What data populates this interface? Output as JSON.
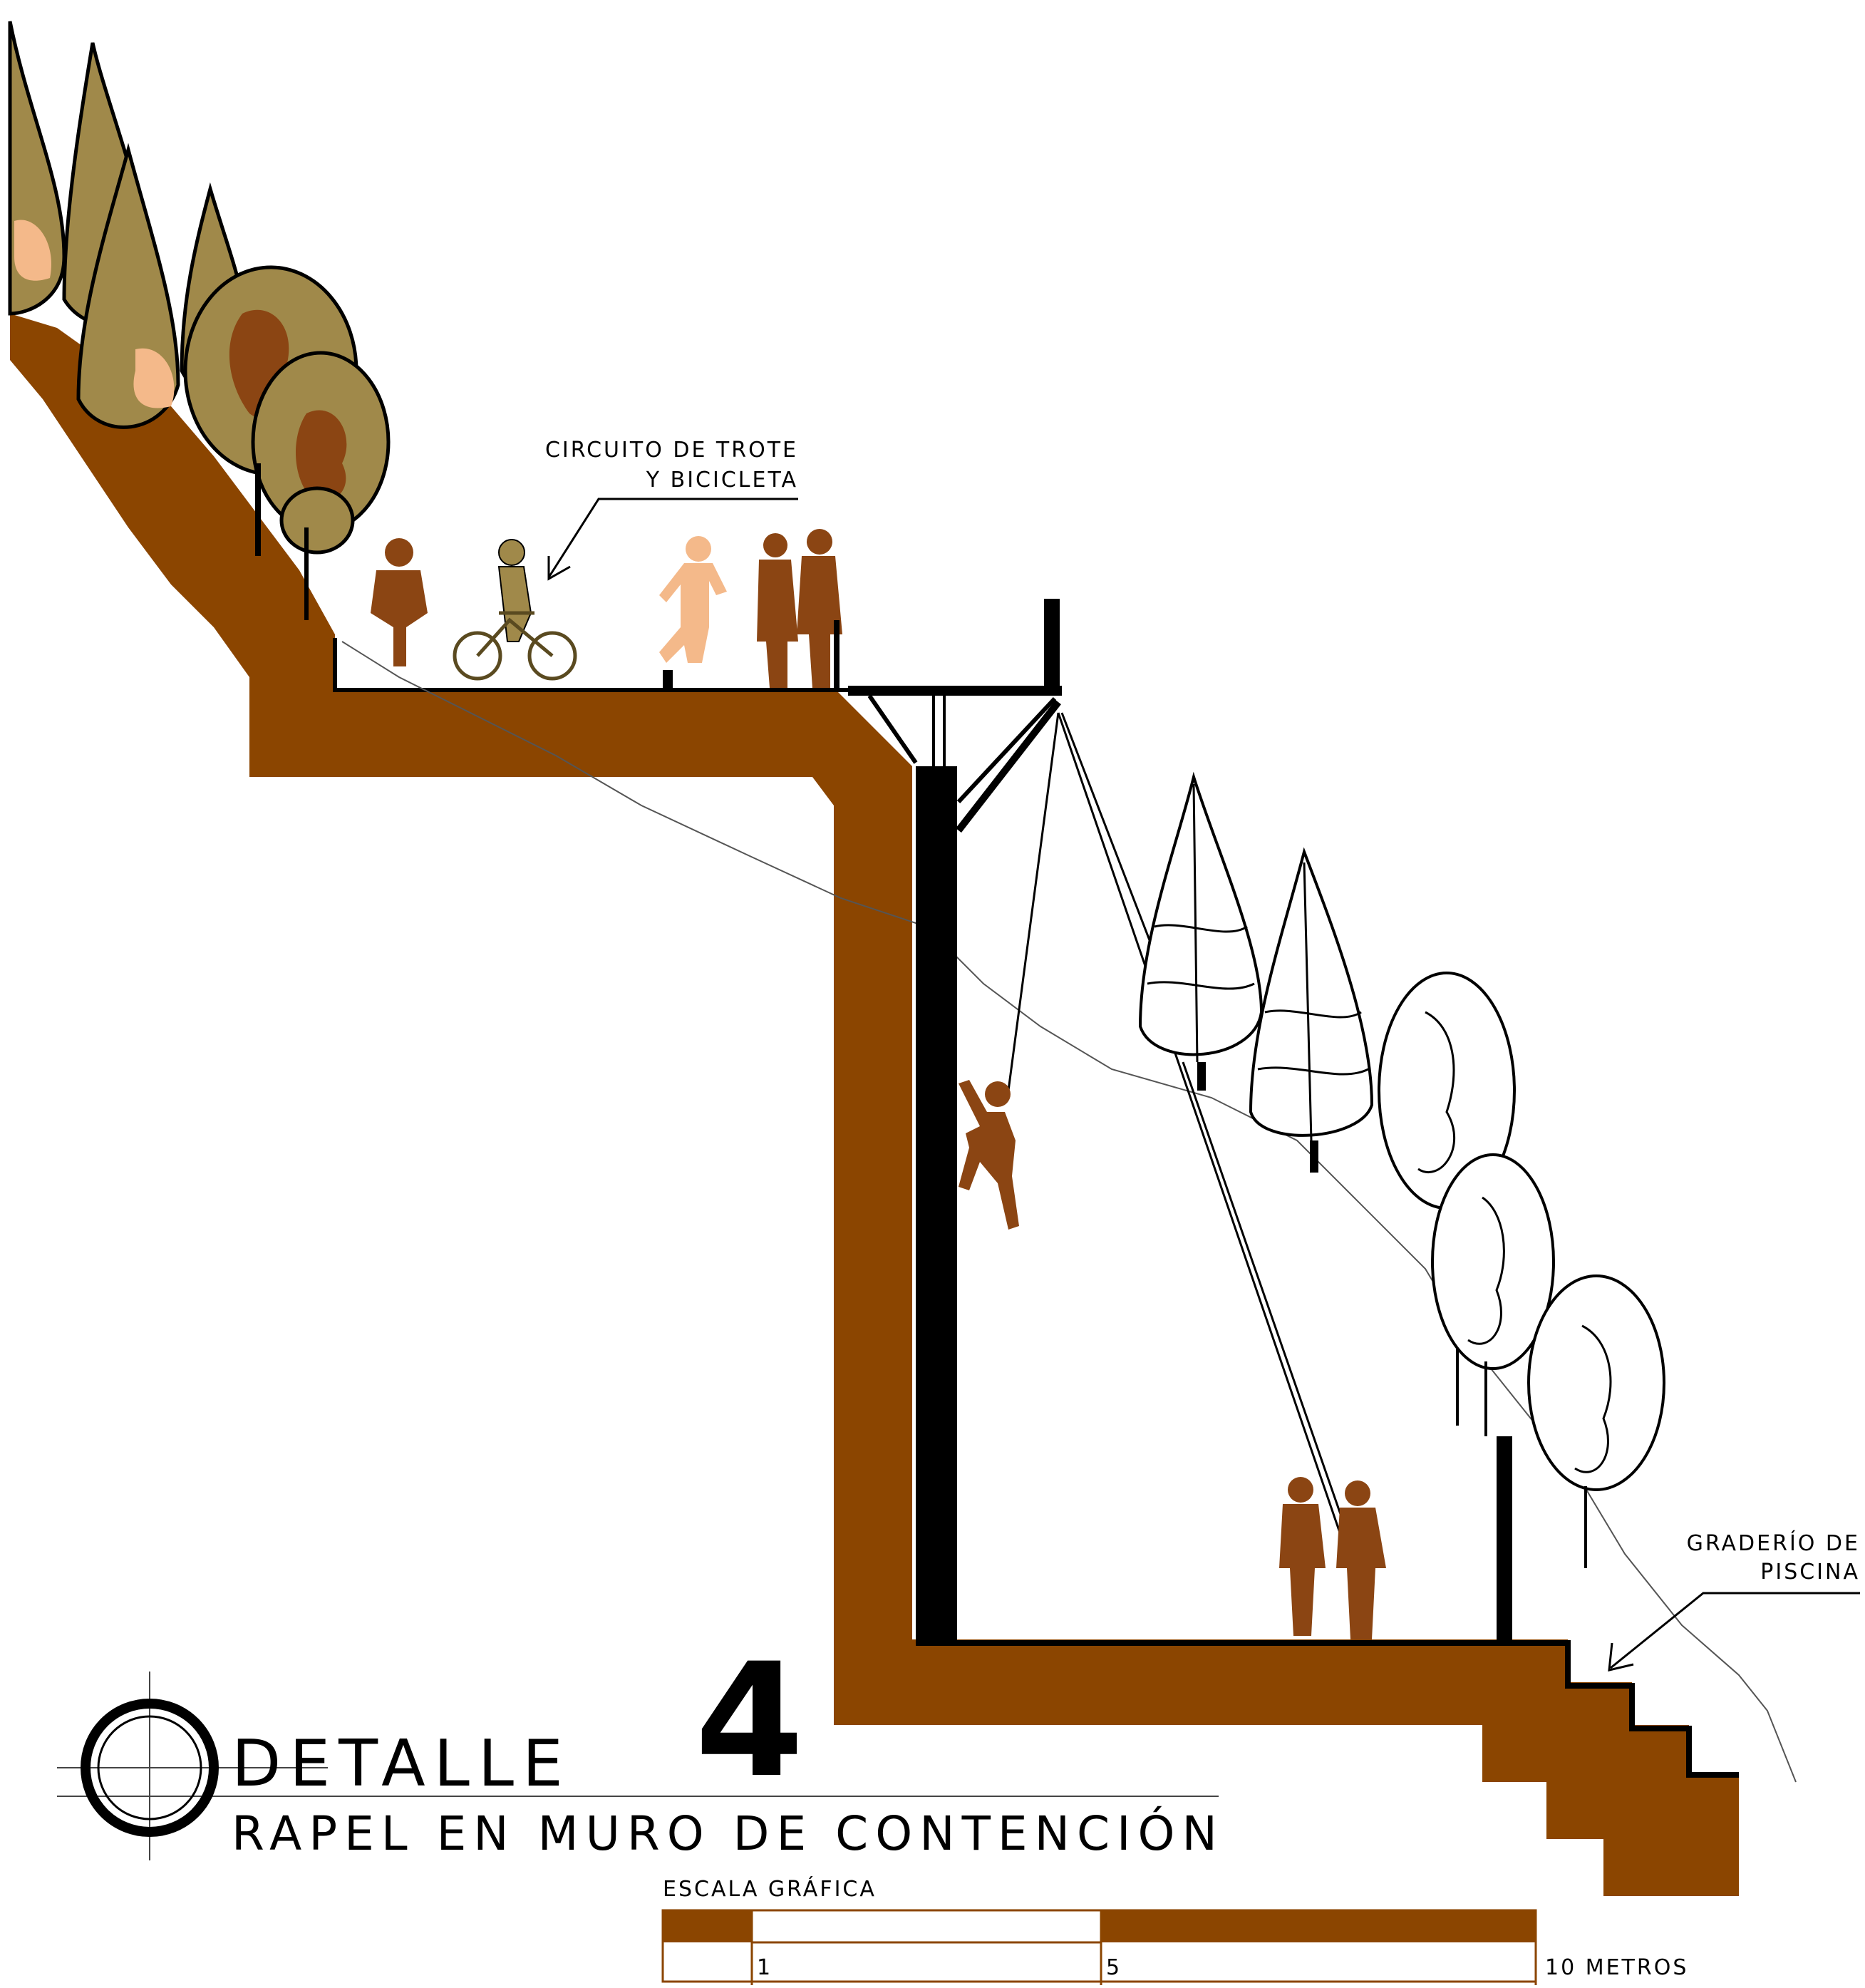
{
  "labels": {
    "jogging_line1": "CIRCUITO DE TROTE",
    "jogging_line2": "Y BICICLETA",
    "pool_line1": "GRADERÍO DE",
    "pool_line2": "PISCINA"
  },
  "title": {
    "word": "DETALLE",
    "number": "4",
    "subtitle": "RAPEL EN MURO DE CONTENCIÓN"
  },
  "scale": {
    "label": "ESCALA GRÁFICA",
    "ticks": [
      "1",
      "5",
      "10 METROS"
    ]
  },
  "colors": {
    "soil": "#8b4500",
    "figure_brown": "#8b4513",
    "figure_olive": "#a0894a",
    "figure_peach": "#f4b98a"
  }
}
